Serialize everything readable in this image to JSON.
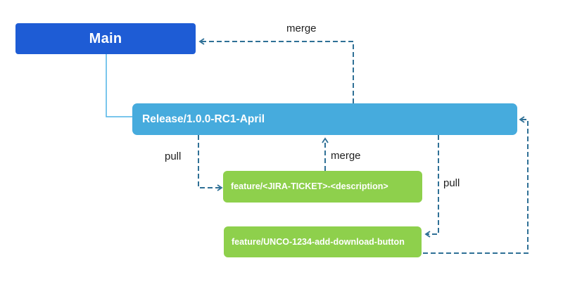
{
  "nodes": {
    "main": {
      "label": "Main"
    },
    "release": {
      "label": "Release/1.0.0-RC1-April"
    },
    "feature_template": {
      "label": "feature/<JIRA-TICKET>-<description>"
    },
    "feature_unco": {
      "label": "feature/UNCO-1234-add-download-button"
    }
  },
  "edges": {
    "merge_release_to_main": {
      "label": "merge"
    },
    "pull_release_to_feature_template": {
      "label": "pull"
    },
    "merge_feature_template_to_release": {
      "label": "merge"
    },
    "pull_release_to_feature_unco": {
      "label": "pull"
    }
  },
  "colors": {
    "main_fill": "#1e5cd5",
    "release_fill": "#46abdd",
    "feature_fill": "#8ed04c",
    "dashed_connector": "#2f7096",
    "solid_connector": "#4fb3e6",
    "node_text": "#ffffff",
    "edge_label_text": "#1f1f1f",
    "background": "#ffffff"
  }
}
